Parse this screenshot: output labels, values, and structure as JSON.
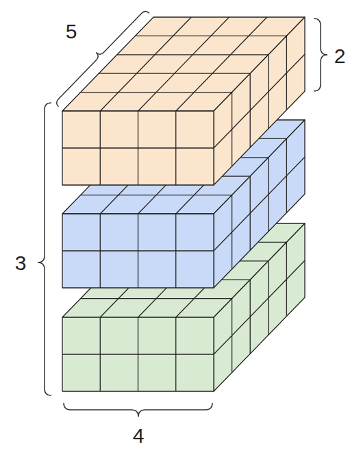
{
  "diagram": {
    "labels": [
      "5",
      "2",
      "3",
      "4"
    ]
  }
}
